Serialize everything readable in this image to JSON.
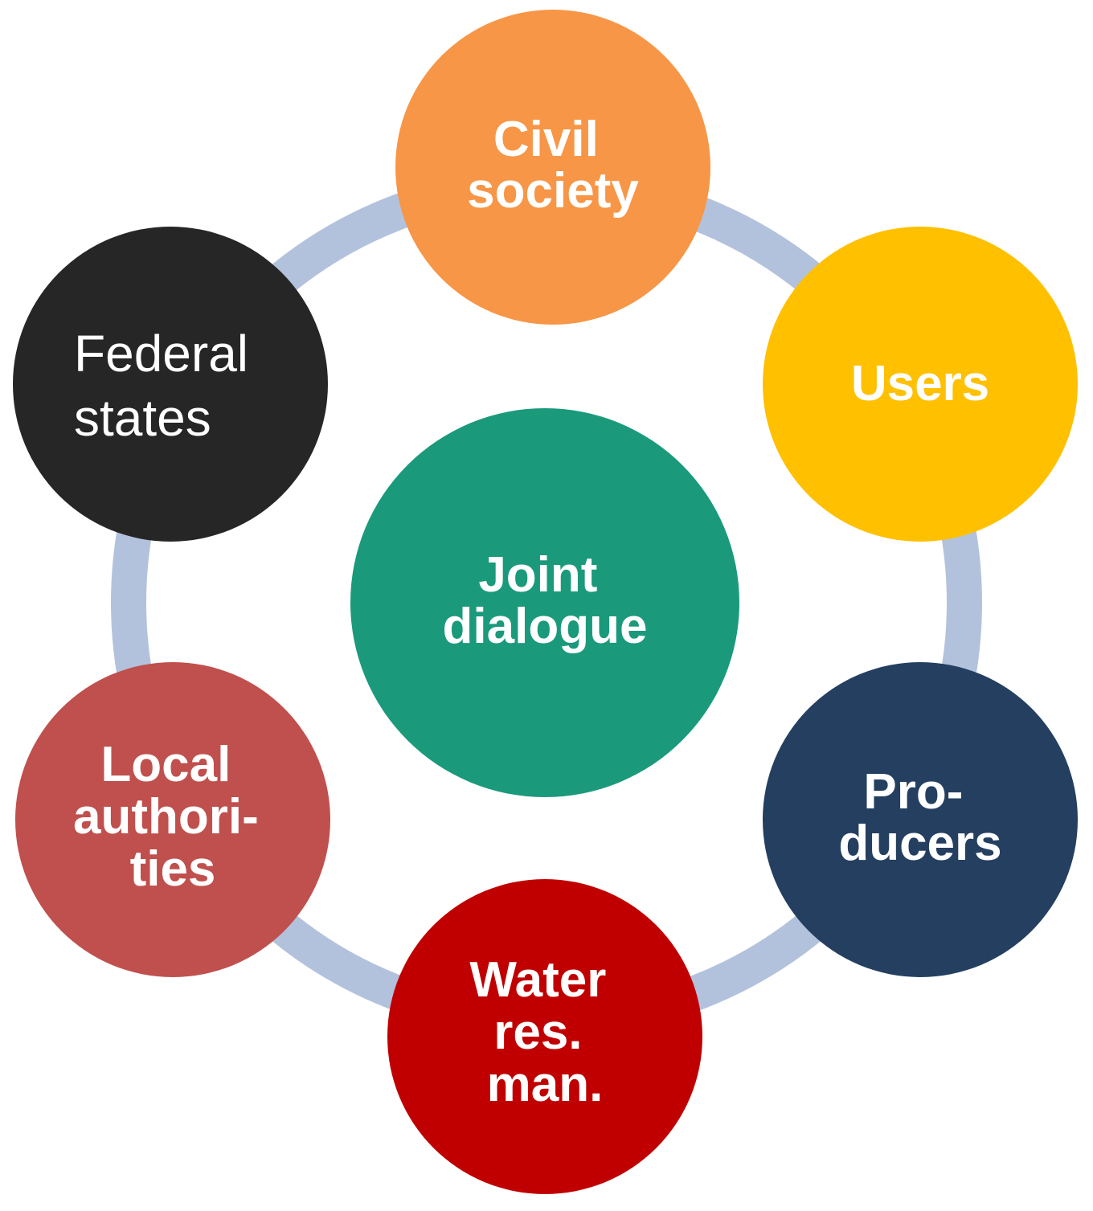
{
  "center": {
    "lines": [
      "Joint",
      "dialogue"
    ],
    "color": "#1a9a7b"
  },
  "nodes": [
    {
      "id": "civil-society",
      "lines": [
        "Civil",
        "society"
      ],
      "color": "#f79646"
    },
    {
      "id": "users",
      "lines": [
        "Users"
      ],
      "color": "#ffc000"
    },
    {
      "id": "producers",
      "lines": [
        "Pro-",
        "ducers"
      ],
      "color": "#243f60"
    },
    {
      "id": "water-res-man",
      "lines": [
        "Water",
        "res.",
        "man."
      ],
      "color": "#c00000"
    },
    {
      "id": "local-authorities",
      "lines": [
        "Local",
        "authori-",
        "ties"
      ],
      "color": "#c0504d"
    },
    {
      "id": "federal-states",
      "lines": [
        "Federal",
        "states"
      ],
      "color": "#262626",
      "style": "light"
    }
  ],
  "ring_color": "#b3c2dc"
}
